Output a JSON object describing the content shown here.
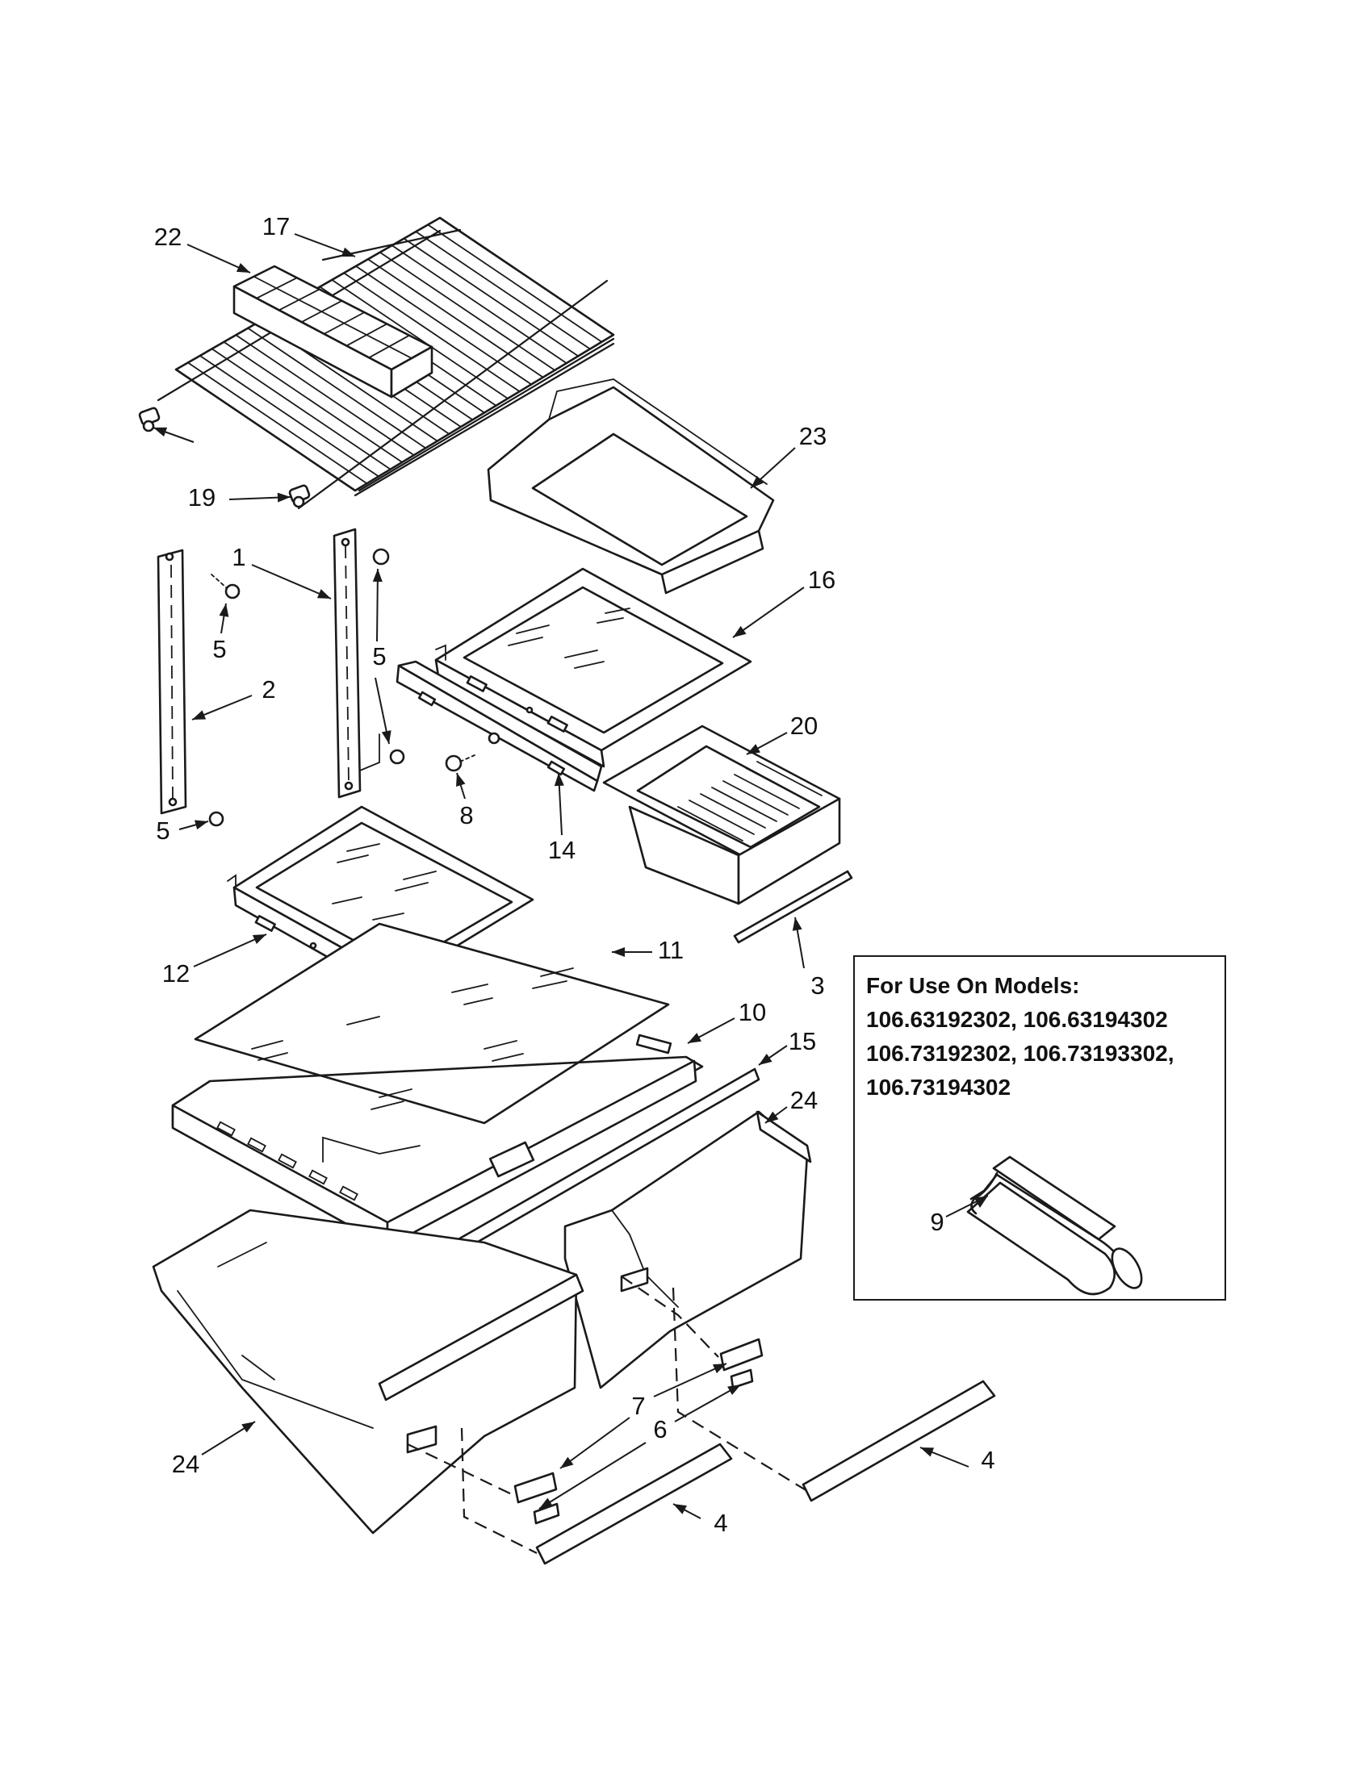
{
  "callouts": {
    "c1": "1",
    "c2": "2",
    "c3": "3",
    "c4a": "4",
    "c4b": "4",
    "c5a": "5",
    "c5b": "5",
    "c5c": "5",
    "c6": "6",
    "c7": "7",
    "c8": "8",
    "c9": "9",
    "c10": "10",
    "c11": "11",
    "c12": "12",
    "c14": "14",
    "c15": "15",
    "c16": "16",
    "c17": "17",
    "c19": "19",
    "c20": "20",
    "c22": "22",
    "c23": "23",
    "c24a": "24",
    "c24b": "24"
  },
  "models_box": {
    "title": "For Use On Models:",
    "lines": [
      "106.63192302, 106.63194302",
      "106.73192302, 106.73193302,",
      "106.73194302"
    ]
  }
}
